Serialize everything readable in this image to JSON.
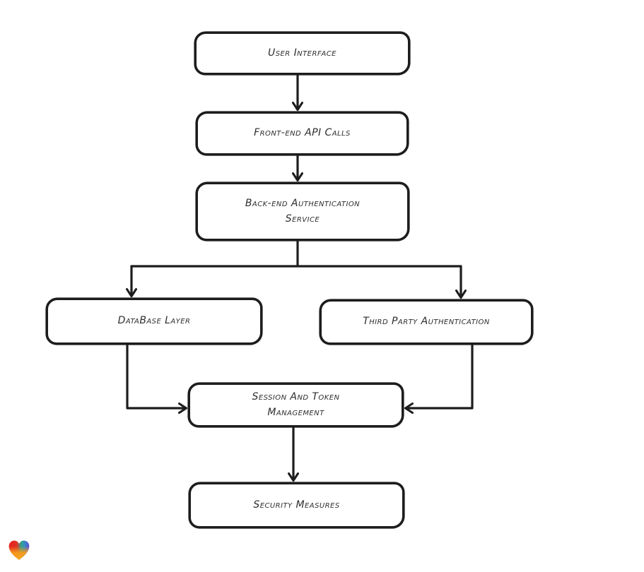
{
  "diagram": {
    "nodes": [
      {
        "id": "user-interface",
        "label": "User Interface"
      },
      {
        "id": "front-end-api-calls",
        "label": "Front-end API Calls"
      },
      {
        "id": "back-end-authentication-service",
        "label": "Back-end Authentication\nService"
      },
      {
        "id": "database-layer",
        "label": "DataBase Layer"
      },
      {
        "id": "third-party-authentication",
        "label": "Third Party Authentication"
      },
      {
        "id": "session-and-token-management",
        "label": "Session And Token\nManagement"
      },
      {
        "id": "security-measures",
        "label": "Security Measures"
      }
    ],
    "edges": [
      {
        "from": "user-interface",
        "to": "front-end-api-calls"
      },
      {
        "from": "front-end-api-calls",
        "to": "back-end-authentication-service"
      },
      {
        "from": "back-end-authentication-service",
        "to": "database-layer"
      },
      {
        "from": "back-end-authentication-service",
        "to": "third-party-authentication"
      },
      {
        "from": "database-layer",
        "to": "session-and-token-management"
      },
      {
        "from": "third-party-authentication",
        "to": "session-and-token-management"
      },
      {
        "from": "session-and-token-management",
        "to": "security-measures"
      }
    ],
    "colors": {
      "background": "#ffffff",
      "node_fill": "#ffffff",
      "stroke": "#1d1d1d",
      "text": "#2d2d2d"
    },
    "logo": {
      "icon": "heart-logo",
      "colors": {
        "red": "#e42322",
        "teal": "#2aa793",
        "blue": "#5a4fd3",
        "orange": "#f69a1d"
      }
    }
  }
}
